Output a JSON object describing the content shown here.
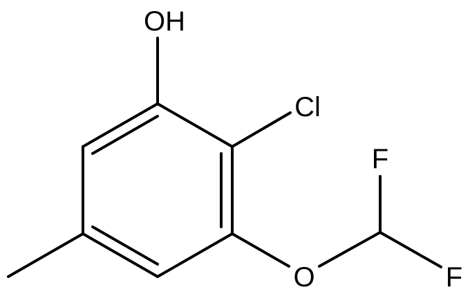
{
  "molecule": {
    "atoms": {
      "hydroxyl": "OH",
      "chloro": "Cl",
      "ether_oxygen": "O",
      "fluorine_top": "F",
      "fluorine_bottom": "F"
    }
  }
}
